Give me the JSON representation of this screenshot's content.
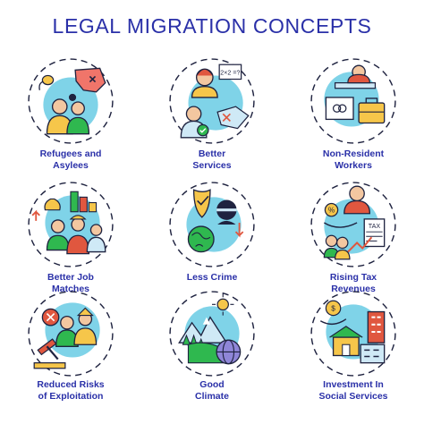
{
  "title": "LEGAL MIGRATION CONCEPTS",
  "colors": {
    "title": "#2a30a8",
    "outline": "#1f2340",
    "cyan": "#7fd3e8",
    "lightblue": "#cfe9f6",
    "yellow": "#f6c64a",
    "green": "#2fb84f",
    "red": "#e0573f",
    "orange": "#f08a3a",
    "purple": "#8f86d8",
    "skin": "#f3c7a0"
  },
  "concepts": [
    {
      "id": "refugees",
      "icon": "refugees-map-icon",
      "label_lines": [
        "Refugees and",
        "Asylees"
      ]
    },
    {
      "id": "services",
      "icon": "better-services-icon",
      "label_lines": [
        "Better",
        "Services"
      ],
      "badge": "2×2 =?"
    },
    {
      "id": "workers",
      "icon": "non-resident-workers-icon",
      "label_lines": [
        "Non-Resident",
        "Workers"
      ]
    },
    {
      "id": "job",
      "icon": "job-matches-icon",
      "label_lines": [
        "Better Job",
        "Matches"
      ]
    },
    {
      "id": "crime",
      "icon": "less-crime-icon",
      "label_lines": [
        "Less Crime"
      ]
    },
    {
      "id": "tax",
      "icon": "tax-revenues-icon",
      "label_lines": [
        "Rising Tax",
        "Revenues"
      ],
      "tax_tag": "TAX"
    },
    {
      "id": "exploitation",
      "icon": "reduced-exploitation-icon",
      "label_lines": [
        "Reduced Risks",
        "of Exploitation"
      ]
    },
    {
      "id": "climate",
      "icon": "good-climate-icon",
      "label_lines": [
        "Good",
        "Climate"
      ]
    },
    {
      "id": "social",
      "icon": "social-investment-icon",
      "label_lines": [
        "Investment In",
        "Social Services"
      ]
    }
  ]
}
